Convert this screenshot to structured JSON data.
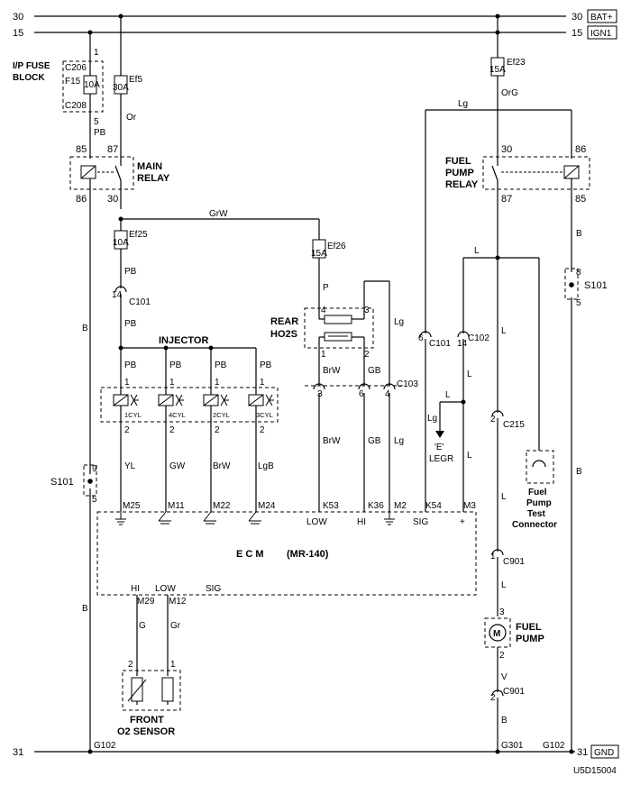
{
  "rails": {
    "top": {
      "left": "30",
      "right": "30",
      "tag": "BAT+"
    },
    "second": {
      "left": "15",
      "right": "15",
      "tag": "IGN1"
    },
    "bottom": {
      "left": "31",
      "right": "31",
      "tag": "GND"
    }
  },
  "fuse_block": {
    "title_line1": "I/P FUSE",
    "title_line2": "BLOCK",
    "conn_top": "C206",
    "conn_bottom": "C208",
    "fuse_name": "F15",
    "fuse_rating": "10A",
    "pin_top": "1",
    "pin_bottom": "5",
    "wire": "PB"
  },
  "fuse_ef5": {
    "name": "Ef5",
    "rating": "30A",
    "wire": "Or"
  },
  "main_relay": {
    "title_line1": "MAIN",
    "title_line2": "RELAY",
    "pin_85": "85",
    "pin_87": "87",
    "pin_86": "86",
    "pin_30": "30"
  },
  "wire_grw": "GrW",
  "fuse_ef25": {
    "name": "Ef25",
    "rating": "10A",
    "wire_out": "PB"
  },
  "c101_left": {
    "name": "C101",
    "pin": "14",
    "wire_out": "PB"
  },
  "fuse_ef26": {
    "name": "Ef26",
    "rating": "15A",
    "wire_out": "P"
  },
  "rear_ho2s": {
    "title_line1": "REAR",
    "title_line2": "HO2S",
    "pin_4": "4",
    "pin_3": "3",
    "pin_1": "1",
    "pin_2": "2",
    "wire_1": "BrW",
    "wire_2": "GB",
    "wire_lg": "Lg",
    "conn": "C103",
    "conn_pin_a": "3",
    "conn_pin_b": "6",
    "conn_pin_c": "4"
  },
  "injector": {
    "title": "INJECTOR",
    "in_wire": "PB",
    "pin_in": "1",
    "pin_out": "2",
    "cyls": [
      "1CYL",
      "4CYL",
      "2CYL",
      "3CYL"
    ],
    "out_wires": [
      "YL",
      "GW",
      "BrW",
      "LgB"
    ]
  },
  "s101_left": {
    "name": "S101",
    "pin_top": "9",
    "pin_bottom": "5"
  },
  "left_wire_b": "B",
  "ecm": {
    "label": "E  C  M",
    "model": "(MR-140)",
    "pins_top": [
      "M25",
      "M11",
      "M22",
      "M24",
      "K53",
      "K36",
      "M2",
      "K54",
      "M3"
    ],
    "labels_top": [
      "LOW",
      "HI",
      "SIG",
      "+"
    ],
    "labels_bottom": [
      "HI",
      "LOW",
      "SIG"
    ],
    "pins_bottom": [
      "M29",
      "M12"
    ],
    "wires_k53_k36_m2": [
      "BrW",
      "GB",
      "Lg"
    ]
  },
  "front_o2": {
    "title_line1": "FRONT",
    "title_line2": "O2 SENSOR",
    "wire_a": "G",
    "wire_b": "Gr",
    "pin_a": "2",
    "pin_b": "1"
  },
  "fuse_ef23": {
    "name": "Ef23",
    "rating": "15A",
    "wire": "OrG"
  },
  "wire_lg_top": "Lg",
  "fuel_pump_relay": {
    "title_line1": "FUEL",
    "title_line2": "PUMP",
    "title_line3": "RELAY",
    "pin_30": "30",
    "pin_86": "86",
    "pin_87": "87",
    "pin_85": "85"
  },
  "c101_right": {
    "name": "C101",
    "pin": "6"
  },
  "c102": {
    "name": "C102",
    "pin": "14"
  },
  "wire_l": "L",
  "legr": {
    "wire": "Lg",
    "ref": "'E'",
    "label": "LEGR"
  },
  "c215": {
    "name": "C215",
    "pin": "2"
  },
  "test_conn": {
    "line1": "Fuel",
    "line2": "Pump",
    "line3": "Test",
    "line4": "Connector"
  },
  "s101_right": {
    "name": "S101",
    "pin_top": "8",
    "pin_bottom": "5"
  },
  "right_wire_b": "B",
  "c901_top": {
    "name": "C901",
    "pin": "1"
  },
  "fuel_pump": {
    "title_line1": "FUEL",
    "title_line2": "PUMP",
    "pin_top": "3",
    "pin_bottom": "2",
    "motor": "M"
  },
  "wire_v": "V",
  "c901_bottom": {
    "name": "C901",
    "pin": "2"
  },
  "wire_b_bottom": "B",
  "grounds": {
    "g102_left": "G102",
    "g301": "G301",
    "g102_right": "G102"
  },
  "doc_id": "U5D15004"
}
